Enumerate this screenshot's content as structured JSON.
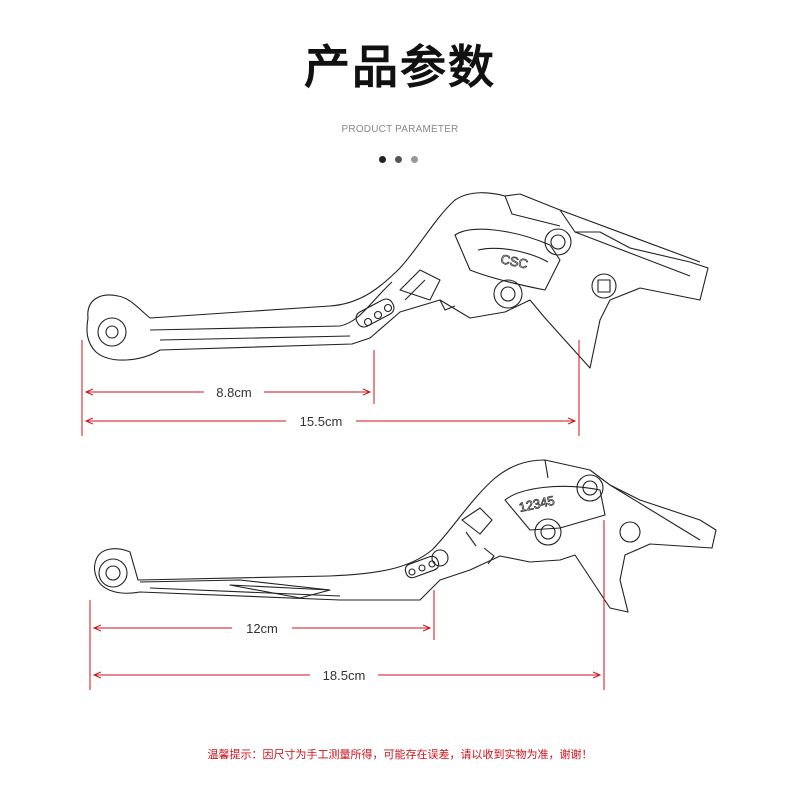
{
  "header": {
    "title": "产品参数",
    "subtitle": "PRODUCT PARAMETER",
    "dots": [
      "#222222",
      "#555555",
      "#999999"
    ]
  },
  "lever_top": {
    "dim_inner": "8.8cm",
    "dim_total": "15.5cm",
    "marking": "CSC"
  },
  "lever_bottom": {
    "dim_inner": "12cm",
    "dim_total": "18.5cm",
    "marking": "12345"
  },
  "footer": {
    "note": "温馨提示：因尺寸为手工测量所得，可能存在误差，请以收到实物为准，谢谢！"
  },
  "colors": {
    "dimension_line": "#d0101a",
    "dimension_text": "#333333",
    "line_art": "#222222"
  }
}
